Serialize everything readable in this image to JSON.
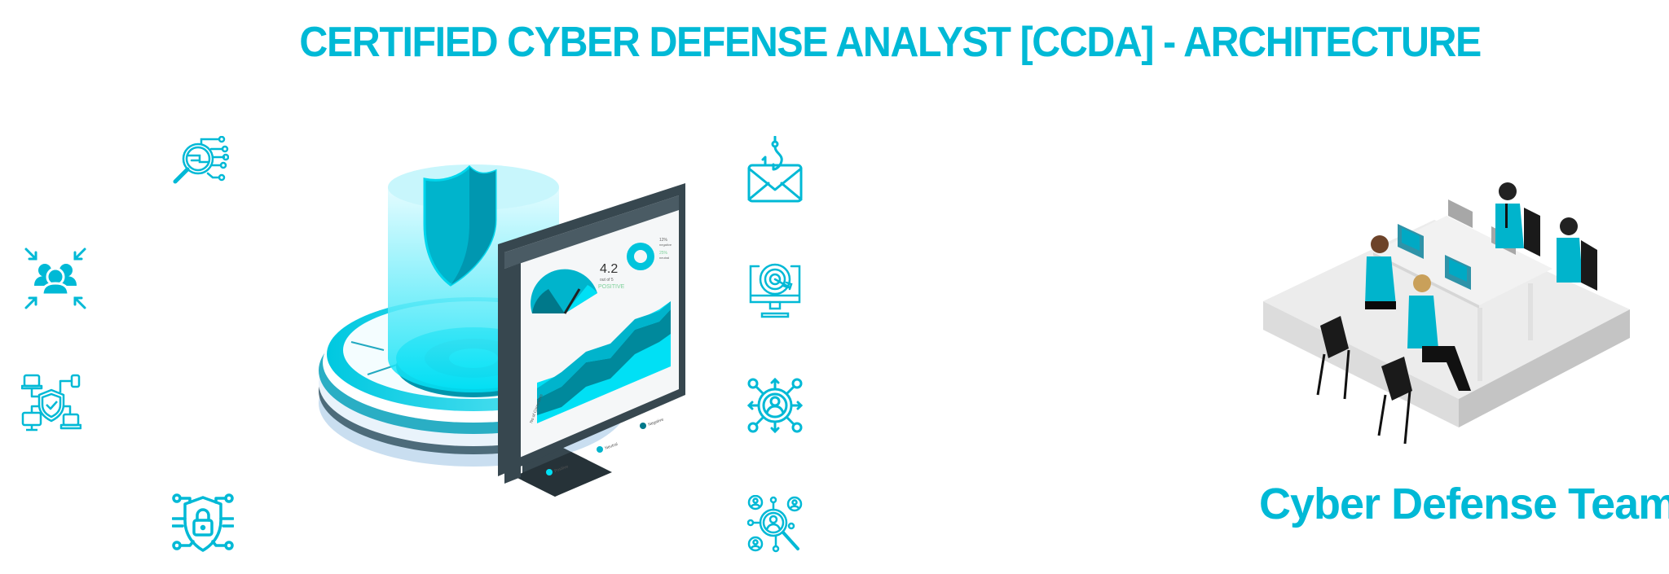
{
  "header": {
    "title": "CERTIFIED CYBER DEFENSE ANALYST [CCDA] - ARCHITECTURE"
  },
  "colors": {
    "accent": "#00b9d6",
    "dark": "#37474f",
    "teal_dark": "#00788a",
    "light_cyan": "#7fe8f5"
  },
  "left_icons": [
    {
      "icon": "magnifier-circuit-icon"
    },
    {
      "icon": "team-gather-arrows-icon"
    },
    {
      "icon": "network-shield-check-icon"
    },
    {
      "icon": "shield-lock-circuit-icon"
    }
  ],
  "right_icons": [
    {
      "icon": "phishing-envelope-icon"
    },
    {
      "icon": "monitor-target-icon"
    },
    {
      "icon": "user-network-icon"
    },
    {
      "icon": "user-search-network-icon"
    }
  ],
  "dashboard": {
    "rating": "4.2",
    "rating_sub": "out of 5",
    "sentiment": "POSITIVE",
    "negative_pct": "12%",
    "negative_label": "negative",
    "neutral_pct": "25%",
    "neutral_label": "neutral",
    "y_axis_label": "No of Comments",
    "legend": [
      "Positive",
      "Neutral",
      "Negative"
    ]
  },
  "team": {
    "label": "Cyber Defense Team"
  }
}
